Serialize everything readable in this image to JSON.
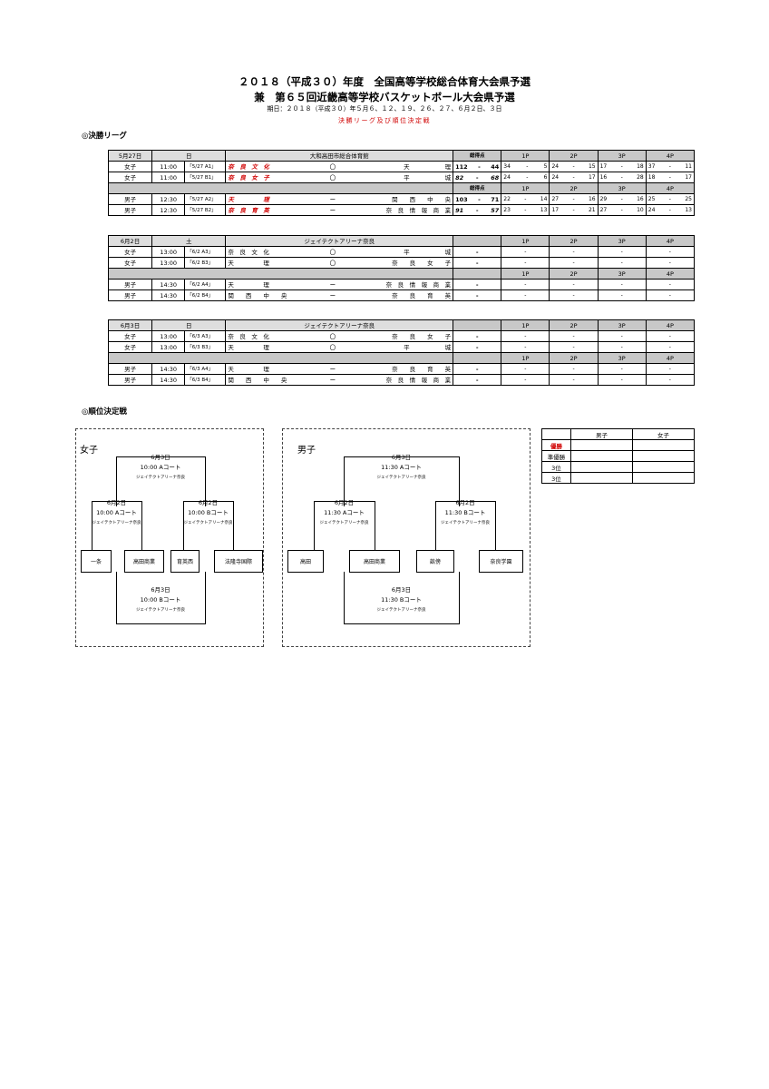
{
  "header": {
    "title1": "２０１８（平成３０）年度　全国高等学校総合体育大会県予選",
    "title2": "兼　第６５回近畿高等学校バスケットボール大会県予選",
    "period": "期日：２０１８（平成３０）年５月６、１２、１９、２６、２７、６月２日、３日",
    "subtitle": "決勝リーグ及び順位決定戦"
  },
  "sections": {
    "league": "◎決勝リーグ",
    "ranking": "◎順位決定戦"
  },
  "league_days": [
    {
      "date": "5月27日",
      "weekday": "日",
      "venue": "大和高田市総合体育館",
      "score_header": "総得点",
      "periods": [
        "1P",
        "2P",
        "3P",
        "4P"
      ],
      "games": [
        {
          "cat": "女子",
          "time": "11:00",
          "match": "「5/27 A1」",
          "home": "奈　良　文　化",
          "mark": "〇",
          "away": "天　　　　　　理",
          "home_red": true,
          "s1": "112",
          "s2": "44",
          "p": [
            "34",
            "5",
            "24",
            "15",
            "17",
            "18",
            "37",
            "11"
          ]
        },
        {
          "cat": "女子",
          "time": "11:00",
          "match": "「5/27 B1」",
          "home": "奈　良　女　子",
          "mark": "〇",
          "away": "平　　　　　　城",
          "home_red": true,
          "s1": "82",
          "s2": "68",
          "s_red": true,
          "p": [
            "24",
            "6",
            "24",
            "17",
            "16",
            "28",
            "18",
            "17"
          ]
        }
      ],
      "games2": [
        {
          "cat": "男子",
          "time": "12:30",
          "match": "「5/27 A2」",
          "home": "天　　　　　理",
          "mark": "ー",
          "away": "関　　西　　中　　央",
          "home_red": true,
          "s1": "103",
          "s2": "71",
          "p": [
            "22",
            "14",
            "27",
            "16",
            "29",
            "16",
            "25",
            "25"
          ]
        },
        {
          "cat": "男子",
          "time": "12:30",
          "match": "「5/27 B2」",
          "home": "奈　良　育　英",
          "mark": "ー",
          "away": "奈　良　情　報　商　業",
          "home_red": true,
          "s1": "91",
          "s2": "57",
          "s_red": true,
          "p": [
            "23",
            "13",
            "17",
            "21",
            "27",
            "10",
            "24",
            "13"
          ]
        }
      ]
    },
    {
      "date": "6月2日",
      "weekday": "土",
      "venue": "ジェイテクトアリーナ奈良",
      "score_header": "",
      "periods": [
        "1P",
        "2P",
        "3P",
        "4P"
      ],
      "games": [
        {
          "cat": "女子",
          "time": "13:00",
          "match": "「6/2 A3」",
          "home": "奈　良　文　化",
          "mark": "〇",
          "away": "平　　　　　　城",
          "s1": "",
          "s2": "",
          "p": [
            "",
            "",
            "",
            "",
            "",
            "",
            "",
            ""
          ]
        },
        {
          "cat": "女子",
          "time": "13:00",
          "match": "「6/2 B3」",
          "home": "天　　　　　理",
          "mark": "〇",
          "away": "奈　　良　　女　　子",
          "s1": "",
          "s2": "",
          "p": [
            "",
            "",
            "",
            "",
            "",
            "",
            "",
            ""
          ]
        }
      ],
      "games2": [
        {
          "cat": "男子",
          "time": "14:30",
          "match": "「6/2 A4」",
          "home": "天　　　　　理",
          "mark": "ー",
          "away": "奈　良　情　報　商　業",
          "s1": "",
          "s2": "",
          "p": [
            "",
            "",
            "",
            "",
            "",
            "",
            "",
            ""
          ]
        },
        {
          "cat": "男子",
          "time": "14:30",
          "match": "「6/2 B4」",
          "home": "関　　西　　中　　央",
          "mark": "ー",
          "away": "奈　　良　　育　　英",
          "s1": "",
          "s2": "",
          "p": [
            "",
            "",
            "",
            "",
            "",
            "",
            "",
            ""
          ]
        }
      ]
    },
    {
      "date": "6月3日",
      "weekday": "日",
      "venue": "ジェイテクトアリーナ奈良",
      "score_header": "",
      "periods": [
        "1P",
        "2P",
        "3P",
        "4P"
      ],
      "games": [
        {
          "cat": "女子",
          "time": "13:00",
          "match": "「6/3 A3」",
          "home": "奈　良　文　化",
          "mark": "〇",
          "away": "奈　　良　　女　　子",
          "s1": "",
          "s2": "",
          "p": [
            "",
            "",
            "",
            "",
            "",
            "",
            "",
            ""
          ]
        },
        {
          "cat": "女子",
          "time": "13:00",
          "match": "「6/3 B3」",
          "home": "天　　　　　理",
          "mark": "〇",
          "away": "平　　　　　　城",
          "s1": "",
          "s2": "",
          "p": [
            "",
            "",
            "",
            "",
            "",
            "",
            "",
            ""
          ]
        }
      ],
      "games2": [
        {
          "cat": "男子",
          "time": "14:30",
          "match": "「6/3 A4」",
          "home": "天　　　　　理",
          "mark": "ー",
          "away": "奈　　良　　育　　英",
          "s1": "",
          "s2": "",
          "p": [
            "",
            "",
            "",
            "",
            "",
            "",
            "",
            ""
          ]
        },
        {
          "cat": "男子",
          "time": "14:30",
          "match": "「6/3 B4」",
          "home": "関　　西　　中　　央",
          "mark": "ー",
          "away": "奈　良　情　報　商　業",
          "s1": "",
          "s2": "",
          "p": [
            "",
            "",
            "",
            "",
            "",
            "",
            "",
            ""
          ]
        }
      ]
    }
  ],
  "dash": "-",
  "bracket_women": {
    "label": "女子",
    "final": {
      "date": "6月3日",
      "time": "10:00 Aコート",
      "venue": "ジェイテクトアリーナ奈良"
    },
    "semi_a": {
      "date": "6月2日",
      "time": "10:00 Aコート",
      "venue": "ジェイテクトアリーナ奈良"
    },
    "semi_b": {
      "date": "6月2日",
      "time": "10:00 Bコート",
      "venue": "ジェイテクトアリーナ奈良"
    },
    "third": {
      "date": "6月3日",
      "time": "10:00 Bコート",
      "venue": "ジェイテクトアリーナ奈良"
    },
    "teams": [
      "一条",
      "高田商業",
      "育英西",
      "法隆寺国際"
    ]
  },
  "bracket_men": {
    "label": "男子",
    "final": {
      "date": "6月3日",
      "time": "11:30 Aコート",
      "venue": "ジェイテクトアリーナ奈良"
    },
    "semi_a": {
      "date": "6月2日",
      "time": "11:30 Aコート",
      "venue": "ジェイテクトアリーナ奈良"
    },
    "semi_b": {
      "date": "6月2日",
      "time": "11:30 Bコート",
      "venue": "ジェイテクトアリーナ奈良"
    },
    "third": {
      "date": "6月3日",
      "time": "11:30 Bコート",
      "venue": "ジェイテクトアリーナ奈良"
    },
    "teams": [
      "高田",
      "高田商業",
      "畝傍",
      "奈良学園"
    ]
  },
  "ranking_table": {
    "headers": [
      "男子",
      "女子"
    ],
    "rows": [
      "優勝",
      "準優勝",
      "3位",
      "3位"
    ],
    "first_color": "#d00000"
  }
}
